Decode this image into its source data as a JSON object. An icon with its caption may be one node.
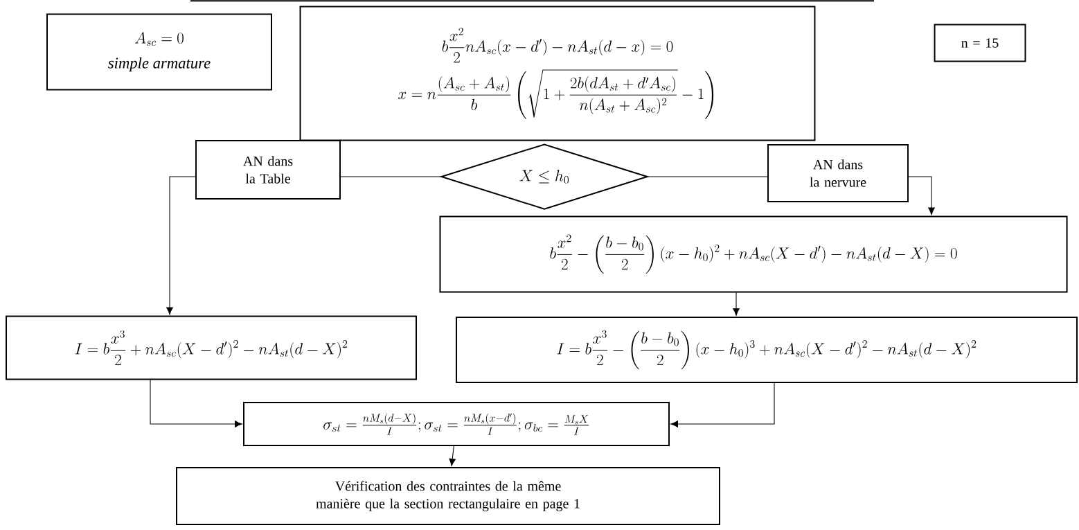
{
  "diagram": {
    "nodes": [
      {
        "text": [
          "A_{sc} = 0",
          "simple armature"
        ]
      },
      {
        "text": [
          "b\\frac{x^2}{2} nA_{sc}(x-d') - nA_{st}(d-x) = 0",
          "x = n\\frac{(A_{sc}+A_{st})}{b}\\left(\\sqrt{1+\\frac{2b(dA_{st}+d'A_{sc})}{n(A_{st}+A_{sc})^2}}-1\\right)"
        ]
      },
      {
        "text": [
          "n = 15"
        ]
      },
      {
        "text": [
          "AN dans la Table"
        ]
      },
      {
        "text": [
          "X \\leq h_0"
        ]
      },
      {
        "text": [
          "AN dans la nervure"
        ]
      },
      {
        "text": [
          "b\\frac{x^2}{2} - \\left(\\frac{b-b_0}{2}\\right)(x-h_0)^2 + nA_{sc}(X-d') - nA_{st}(d-X) = 0"
        ]
      },
      {
        "text": [
          "I = b\\frac{x^3}{2} + nA_{sc}(X-d')^2 - nA_{st}(d-X)^2"
        ]
      },
      {
        "text": [
          "I = b\\frac{x^3}{2} - \\left(\\frac{b-b_0}{2}\\right)(x-h_0)^3 + nA_{sc}(X-d')^2 - nA_{st}(d-X)^2"
        ]
      },
      {
        "text": [
          "\\sigma_{st} = \\frac{nM_s(d-X)}{I} ; \\sigma_{st} = \\frac{nM_s(x-d')}{I} ; \\sigma_{bc} = \\frac{M_sX}{I}"
        ]
      },
      {
        "text": [
          "Vérification des contraintes de la même manière que la section rectangulaire en page 1"
        ]
      }
    ],
    "edges": [
      {
        "from": 4,
        "to": 3,
        "arrow": "none"
      },
      {
        "from": 3,
        "to": 7,
        "arrow": "to"
      },
      {
        "from": 4,
        "to": 5,
        "arrow": "none"
      },
      {
        "from": 5,
        "to": 6,
        "arrow": "to"
      },
      {
        "from": 6,
        "to": 8,
        "arrow": "to"
      },
      {
        "from": 7,
        "to": 9,
        "arrow": "to"
      },
      {
        "from": 8,
        "to": 9,
        "arrow": "to"
      },
      {
        "from": 9,
        "to": 10,
        "arrow": "to"
      }
    ]
  }
}
